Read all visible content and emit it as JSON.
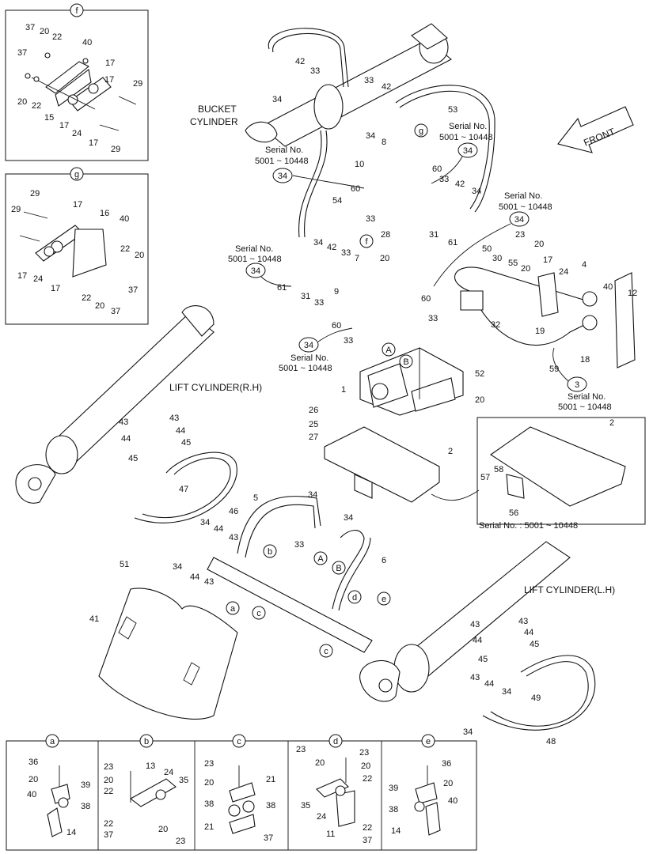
{
  "titles": {
    "bucket_cylinder": "BUCKET",
    "bucket_cylinder_2": "CYLINDER",
    "lift_rh": "LIFT CYLINDER(R.H)",
    "lift_lh": "LIFT CYLINDER(L.H)",
    "front": "FRONT"
  },
  "serial_notes": {
    "sn": "Serial No.",
    "range": "5001 ~ 10448",
    "full": "Serial No. : 5001 ~ 10448"
  },
  "circle_labels": {
    "f": "f",
    "g": "g",
    "a": "a",
    "b": "b",
    "c": "c",
    "d": "d",
    "e": "e",
    "A": "A",
    "B": "B",
    "n34": "34",
    "n3": "3"
  },
  "detail_boxes": {
    "f": {
      "parts": [
        "37",
        "20",
        "22",
        "40",
        "37",
        "20",
        "22",
        "15",
        "17",
        "17",
        "24",
        "17",
        "29",
        "29",
        "17"
      ]
    },
    "g": {
      "parts": [
        "29",
        "29",
        "17",
        "16",
        "40",
        "22",
        "20",
        "37",
        "17",
        "24",
        "17",
        "22",
        "20",
        "37"
      ]
    }
  },
  "main_labels": {
    "n42a": "42",
    "n33a": "33",
    "n34a": "34",
    "n33b": "33",
    "n42b": "42",
    "n53": "53",
    "n34b": "34",
    "n8": "8",
    "n10": "10",
    "n60a": "60",
    "n33c": "33",
    "n42c": "42",
    "n34c": "34",
    "n60b": "60",
    "n54": "54",
    "n33d": "33",
    "n31a": "31",
    "n61a": "61",
    "n28": "28",
    "n20a": "20",
    "n34d": "34",
    "n42d": "42",
    "n33e": "33",
    "n7": "7",
    "n61b": "61",
    "n31b": "31",
    "n33f": "33",
    "n9": "9",
    "n60c": "60",
    "n60d": "60",
    "n33g": "33",
    "n32": "32",
    "n33h": "33",
    "n50": "50",
    "n30": "30",
    "n23a": "23",
    "n20b": "20",
    "n55": "55",
    "n20c": "20",
    "n17": "17",
    "n4": "4",
    "n24": "24",
    "n40": "40",
    "n12": "12",
    "n19": "19",
    "n18": "18",
    "n59": "59",
    "n1": "1",
    "n52": "52",
    "n20d": "20",
    "n26": "26",
    "n25": "25",
    "n27": "27",
    "n2a": "2",
    "n2b": "2",
    "n57": "57",
    "n58": "58",
    "n56": "56",
    "n43a": "43",
    "n43b": "43",
    "n44a": "44",
    "n44b": "44",
    "n45a": "45",
    "n45b": "45",
    "n47": "47",
    "n46": "46",
    "n5": "5",
    "n34e": "34",
    "n34f": "34",
    "n33i": "33",
    "n6": "6",
    "n34g": "34",
    "n44c": "44",
    "n43c": "43",
    "n34h": "34",
    "n44d": "44",
    "n43d": "43",
    "n51": "51",
    "n41": "41",
    "n43e": "43",
    "n44e": "44",
    "n45c": "45",
    "n45d": "45",
    "n43f": "43",
    "n44f": "44",
    "n34i": "34",
    "n43g": "43",
    "n44g": "44",
    "n34j": "34",
    "n49": "49",
    "n48": "48"
  },
  "bottom_panels": {
    "a": [
      "36",
      "20",
      "39",
      "40",
      "38",
      "14"
    ],
    "b": [
      "23",
      "20",
      "22",
      "13",
      "24",
      "35",
      "22",
      "37",
      "20",
      "23"
    ],
    "c": [
      "23",
      "20",
      "21",
      "38",
      "38",
      "21",
      "37"
    ],
    "d": [
      "23",
      "23",
      "20",
      "20",
      "22",
      "35",
      "24",
      "11",
      "22",
      "37"
    ],
    "e": [
      "36",
      "20",
      "39",
      "38",
      "40",
      "14"
    ]
  }
}
